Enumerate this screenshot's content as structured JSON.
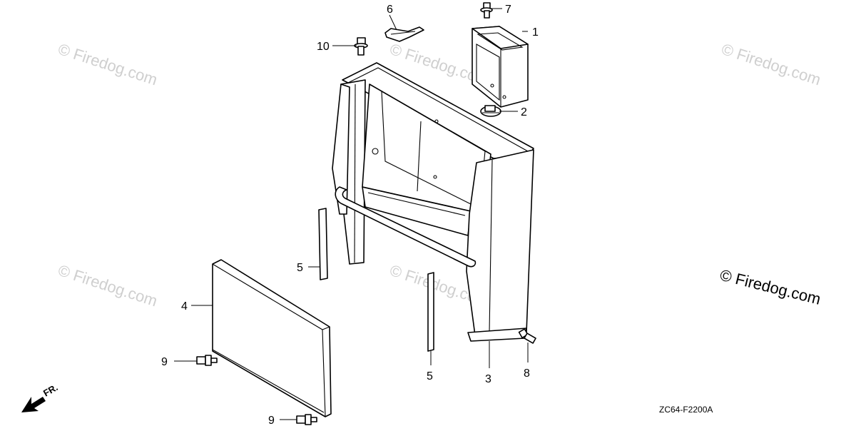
{
  "watermarks": [
    "© Firedog.com",
    "© Firedog.com",
    "© Firedog.com",
    "© Firedog.com",
    "© Firedog.com",
    "© Firedog.com"
  ],
  "copyright": "© Firedog.com",
  "diagram_code": "ZC64-F2200A",
  "front_label": "FR.",
  "callouts": [
    "1",
    "2",
    "3",
    "4",
    "5",
    "5",
    "6",
    "7",
    "8",
    "9",
    "9",
    "10"
  ]
}
